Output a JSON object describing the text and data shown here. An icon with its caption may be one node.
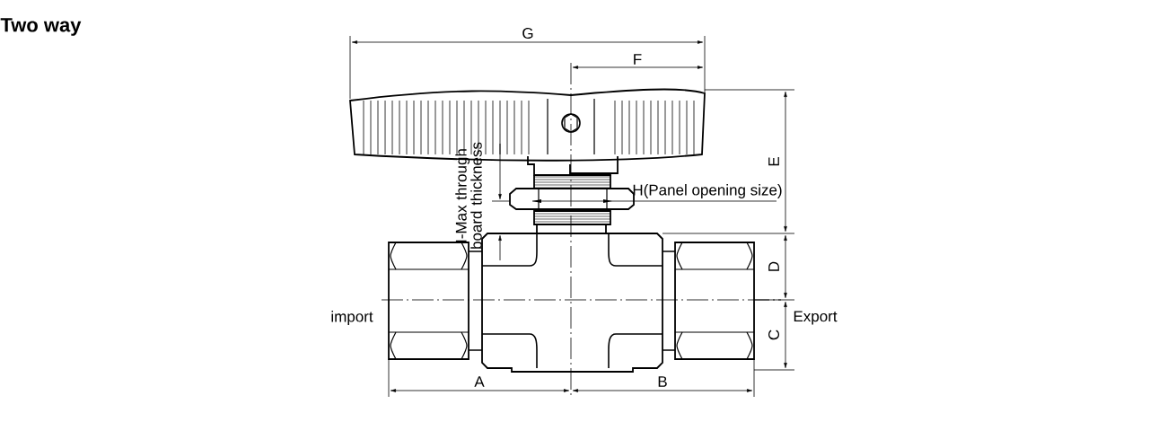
{
  "diagram": {
    "title": "Two way",
    "labels": [
      "G",
      "F",
      "E",
      "H(Panel opening size)",
      "I-Max through board thickness",
      "D",
      "import",
      "Export",
      "C",
      "A",
      "B"
    ]
  }
}
